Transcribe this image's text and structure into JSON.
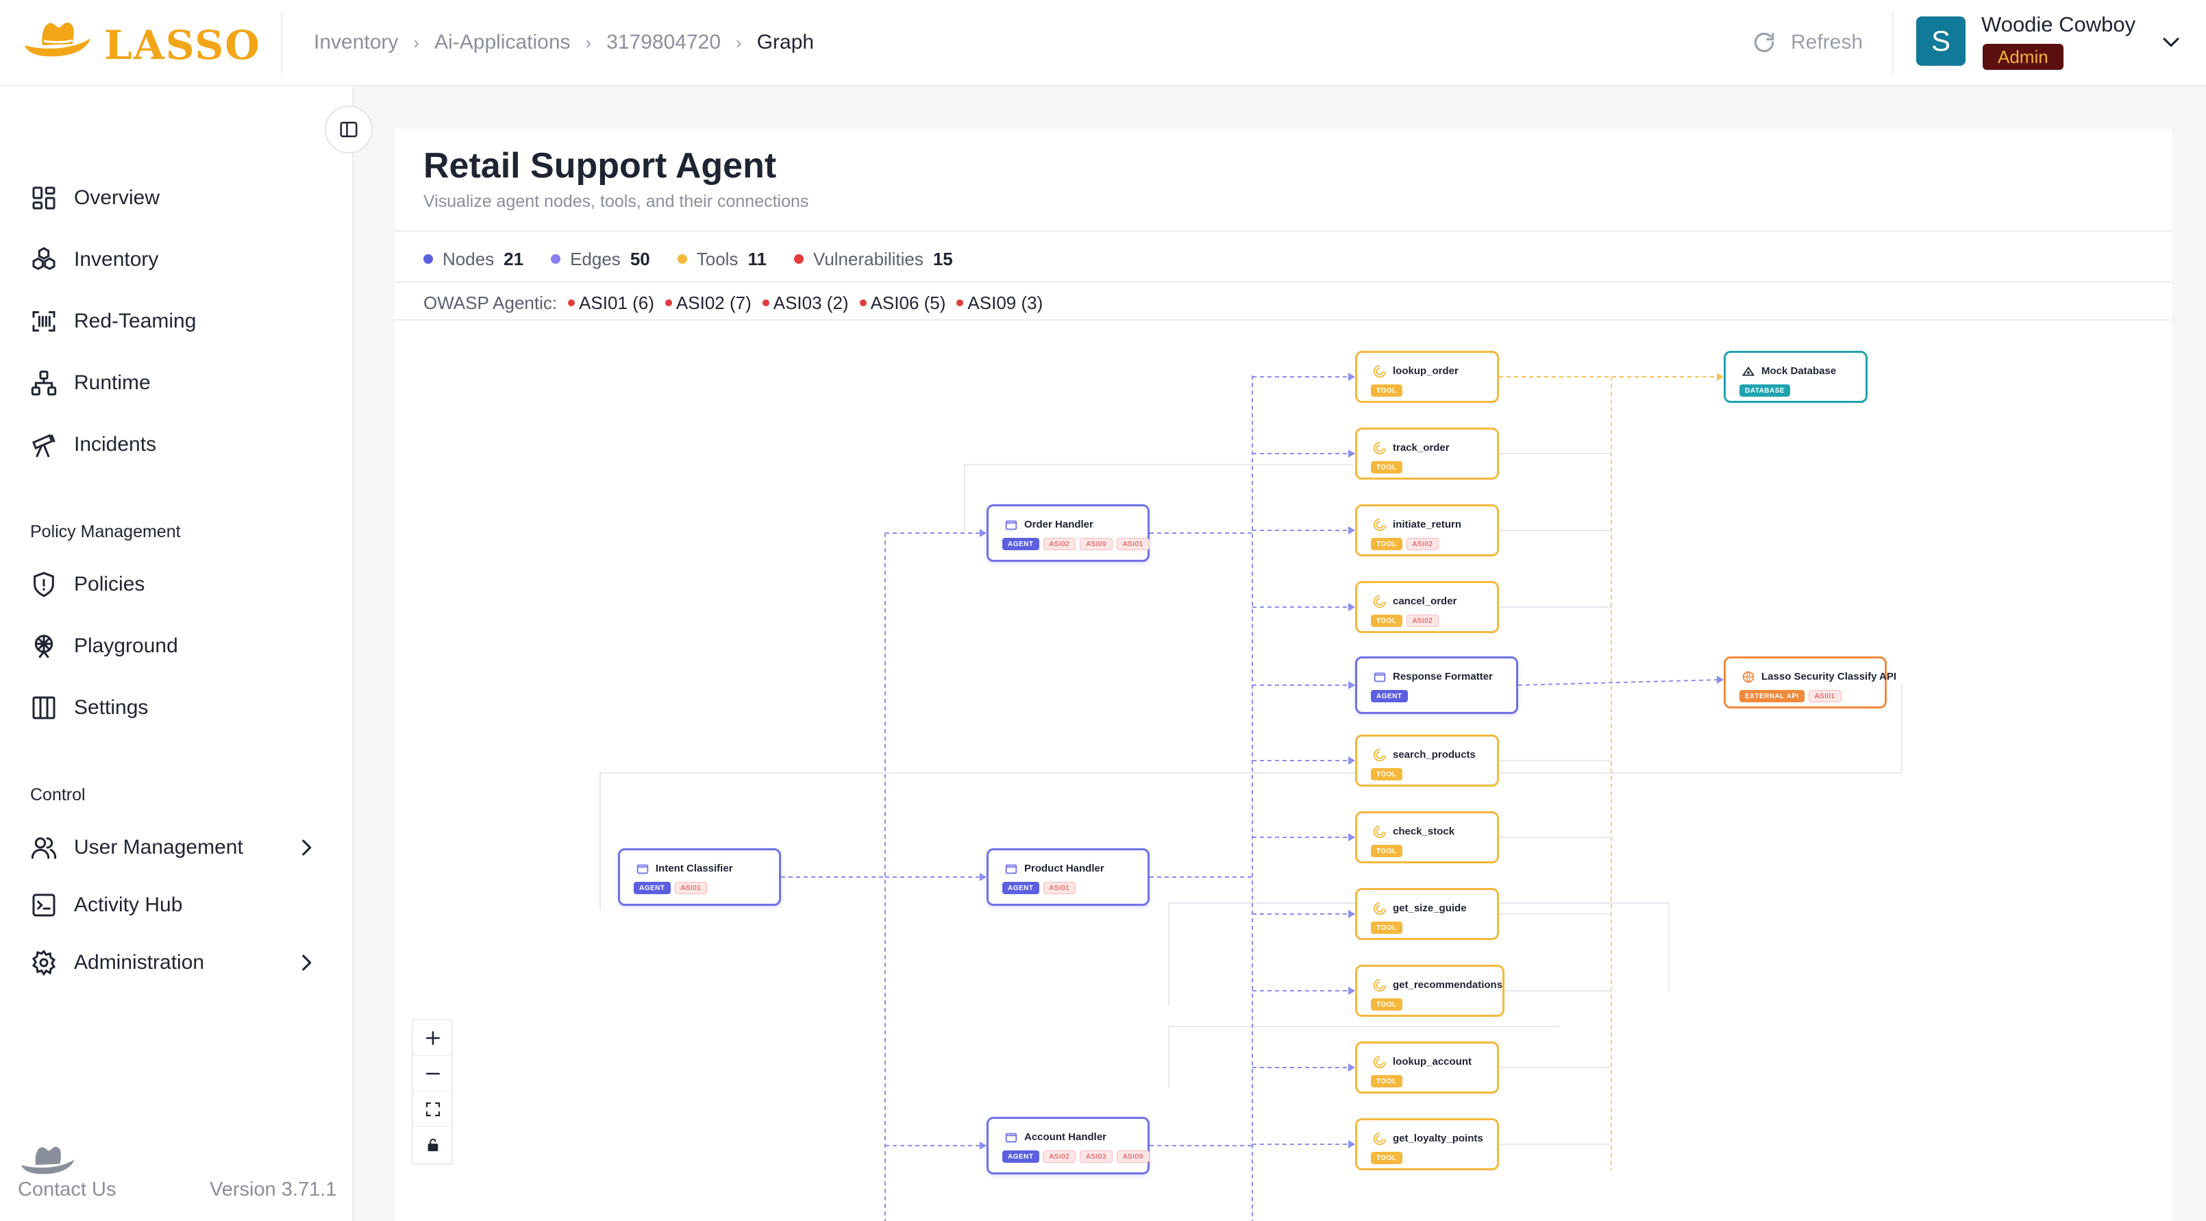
{
  "brand": {
    "name": "LASSO",
    "color": "#f2a516"
  },
  "breadcrumb": [
    "Inventory",
    "Ai-Applications",
    "3179804720",
    "Graph"
  ],
  "header": {
    "refresh_label": "Refresh"
  },
  "user": {
    "initial": "S",
    "name": "Woodie Cowboy",
    "role": "Admin"
  },
  "sidebar": {
    "main_items": [
      {
        "label": "Overview",
        "icon": "dashboard-icon"
      },
      {
        "label": "Inventory",
        "icon": "cubes-icon"
      },
      {
        "label": "Red-Teaming",
        "icon": "scan-icon"
      },
      {
        "label": "Runtime",
        "icon": "hierarchy-icon"
      },
      {
        "label": "Incidents",
        "icon": "telescope-icon"
      }
    ],
    "policy_title": "Policy Management",
    "policy_items": [
      {
        "label": "Policies",
        "icon": "shield-icon"
      },
      {
        "label": "Playground",
        "icon": "ferris-wheel-icon"
      },
      {
        "label": "Settings",
        "icon": "columns-icon"
      }
    ],
    "control_title": "Control",
    "control_items": [
      {
        "label": "User Management",
        "icon": "users-icon",
        "expandable": true
      },
      {
        "label": "Activity Hub",
        "icon": "terminal-icon",
        "expandable": false
      },
      {
        "label": "Administration",
        "icon": "gear-icon",
        "expandable": true
      }
    ],
    "contact_label": "Contact Us",
    "version": "Version 3.71.1"
  },
  "page": {
    "title": "Retail Support Agent",
    "subtitle": "Visualize agent nodes, tools, and their connections"
  },
  "stats": [
    {
      "label": "Nodes",
      "value": "21",
      "color": "#5b5fe0"
    },
    {
      "label": "Edges",
      "value": "50",
      "color": "#8b7cf0"
    },
    {
      "label": "Tools",
      "value": "11",
      "color": "#f5b83d"
    },
    {
      "label": "Vulnerabilities",
      "value": "15",
      "color": "#e33b3b"
    }
  ],
  "owasp": {
    "label": "OWASP Agentic:",
    "tags": [
      "ASI01 (6)",
      "ASI02 (7)",
      "ASI03 (2)",
      "ASI06 (5)",
      "ASI09 (3)"
    ]
  },
  "graph": {
    "nodes": [
      {
        "id": "intent",
        "label": "Intent Classifier",
        "kind": "agent",
        "badge": "AGENT",
        "vulns": [
          "ASI01"
        ]
      },
      {
        "id": "order",
        "label": "Order Handler",
        "kind": "agent",
        "badge": "AGENT",
        "vulns": [
          "ASI02",
          "ASI09",
          "ASI01"
        ]
      },
      {
        "id": "product",
        "label": "Product Handler",
        "kind": "agent",
        "badge": "AGENT",
        "vulns": [
          "ASI01"
        ]
      },
      {
        "id": "account",
        "label": "Account Handler",
        "kind": "agent",
        "badge": "AGENT",
        "vulns": [
          "ASI02",
          "ASI03",
          "ASI09"
        ]
      },
      {
        "id": "lookup_order",
        "label": "lookup_order",
        "kind": "tool",
        "badge": "TOOL",
        "vulns": []
      },
      {
        "id": "track_order",
        "label": "track_order",
        "kind": "tool",
        "badge": "TOOL",
        "vulns": []
      },
      {
        "id": "initiate_return",
        "label": "initiate_return",
        "kind": "tool",
        "badge": "TOOL",
        "vulns": [
          "ASI02"
        ]
      },
      {
        "id": "cancel_order",
        "label": "cancel_order",
        "kind": "tool",
        "badge": "TOOL",
        "vulns": [
          "ASI02"
        ]
      },
      {
        "id": "formatter",
        "label": "Response Formatter",
        "kind": "agent",
        "badge": "AGENT",
        "vulns": []
      },
      {
        "id": "search_products",
        "label": "search_products",
        "kind": "tool",
        "badge": "TOOL",
        "vulns": []
      },
      {
        "id": "check_stock",
        "label": "check_stock",
        "kind": "tool",
        "badge": "TOOL",
        "vulns": []
      },
      {
        "id": "get_size_guide",
        "label": "get_size_guide",
        "kind": "tool",
        "badge": "TOOL",
        "vulns": []
      },
      {
        "id": "get_recommendations",
        "label": "get_recommendations",
        "kind": "tool",
        "badge": "TOOL",
        "vulns": []
      },
      {
        "id": "lookup_account",
        "label": "lookup_account",
        "kind": "tool",
        "badge": "TOOL",
        "vulns": []
      },
      {
        "id": "get_loyalty_points",
        "label": "get_loyalty_points",
        "kind": "tool",
        "badge": "TOOL",
        "vulns": []
      },
      {
        "id": "mockdb",
        "label": "Mock Database",
        "kind": "db",
        "badge": "DATABASE",
        "vulns": []
      },
      {
        "id": "lasso_api",
        "label": "Lasso Security Classify API",
        "kind": "ext",
        "badge": "EXTERNAL API",
        "vulns": [
          "ASI01"
        ]
      }
    ]
  },
  "zoom": {
    "in": "+",
    "out": "−"
  },
  "colors": {
    "agent": "#6f72e8",
    "tool": "#f5b83d",
    "db": "#1fa3b0",
    "ext": "#f08a3a",
    "vuln": "#e33b3b"
  }
}
